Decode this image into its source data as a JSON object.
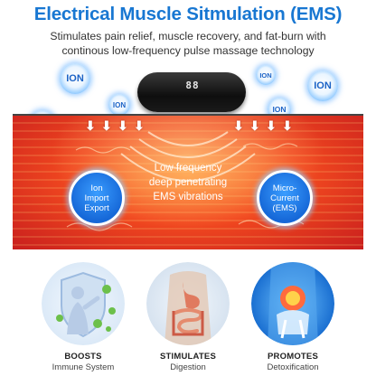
{
  "header": {
    "title": "Electrical Muscle Sitmulation (EMS)",
    "subtitle_line1": "Stimulates pain relief, muscle recovery, and fat-burn with",
    "subtitle_line2": "continous low-frequency pulse massage technology"
  },
  "ion_label": "ION",
  "device": {
    "display": "88"
  },
  "panel": {
    "caption_line1": "Low frequency",
    "caption_line2": "deep penetrating",
    "caption_line3": "EMS vibrations",
    "left_badge": {
      "line1": "Ion",
      "line2": "Import",
      "line3": "Export"
    },
    "right_badge": {
      "line1": "Micro-",
      "line2": "Current",
      "line3": "(EMS)"
    }
  },
  "benefits": [
    {
      "title": "BOOSTS",
      "subtitle": "Immune System",
      "icon": "shield-body-icon"
    },
    {
      "title": "STIMULATES",
      "subtitle": "Digestion",
      "icon": "digestive-system-icon"
    },
    {
      "title": "PROMOTES",
      "subtitle": "Detoxification",
      "icon": "body-xray-icon"
    }
  ],
  "colors": {
    "title": "#1877d2",
    "ion": "#1b63c6",
    "panel_center": "#ff8a2a",
    "panel_edge": "#c81e1e",
    "badge": "#1668d8"
  }
}
